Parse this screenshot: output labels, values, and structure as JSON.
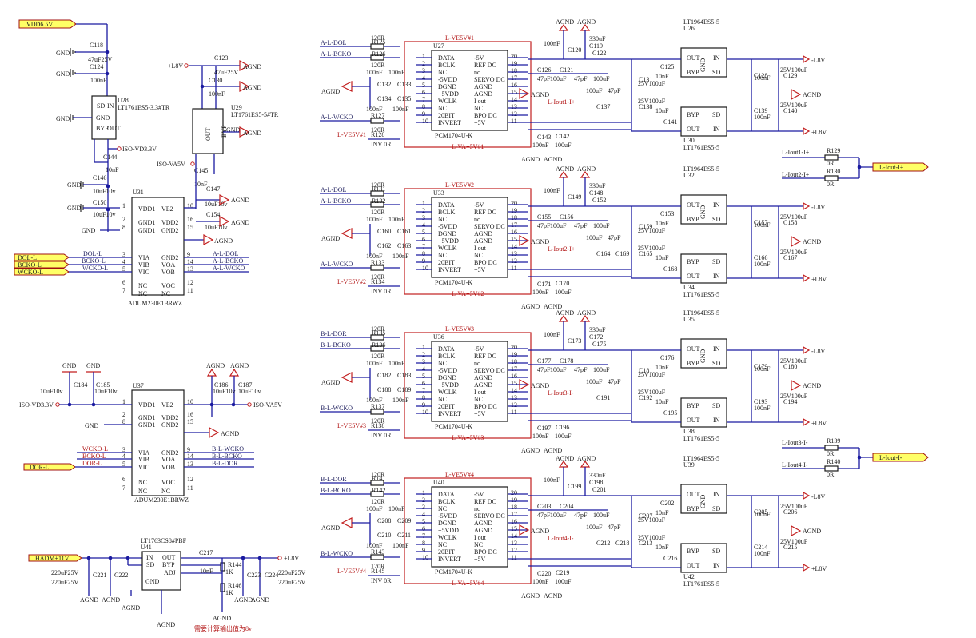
{
  "colors": {
    "wire": "#1a1aa0",
    "power": "#c21f1f",
    "port_fill": "#ffff66",
    "chip": "#1a1a1a"
  },
  "rails": {
    "vdd": "VDD6.5V",
    "hadm": "HADM+11V",
    "l8v": "+L8V",
    "l8v_neg": "-L8V",
    "iso_vd": "ISO-VD3.3V",
    "iso_va": "ISO-VA5V",
    "agnd": "AGND",
    "gnd": "GND"
  },
  "ldo": {
    "u28_ref": "U28",
    "u28_part": "LT1761ES5-3.3#TR",
    "u29_ref": "U29",
    "u29_part": "LT1761ES5-5#TR",
    "u41_ref": "U41",
    "u41_part": "LT1763CS8#PBF",
    "pins": {
      "bypass": "BYP",
      "gnd_pin": "GND",
      "out": "OUT",
      "in": "IN",
      "sd": "SD",
      "adj": "ADJ"
    }
  },
  "caps": {
    "c118": "C118",
    "c118v": "47uF25V",
    "c124": "C124",
    "c124v": "100nF",
    "c123": "C123",
    "c123v": "47uF25V",
    "c130": "C130",
    "c130v": "100nF",
    "c144": "C144",
    "c144v": "10nF",
    "c145": "C145",
    "c145v": "10nF",
    "c146": "C146",
    "c146v": "10uF10v",
    "c147": "C147",
    "c147v": "10uF10v",
    "c150": "C150",
    "c150v": "10uF10v",
    "c154": "C154",
    "c154v": "10uF10v",
    "c184": "C184",
    "c184v": "10uF10v",
    "c185": "C185",
    "c185v": "10uF10v",
    "c186": "C186",
    "c186v": "10uF10v",
    "c187": "C187",
    "c187v": "10uF10v",
    "c217": "C217",
    "c217v": "10nF",
    "c221": "C221",
    "c222": "C222",
    "c223": "C223",
    "c224": "C224",
    "bulk": "220uF25V"
  },
  "iso": {
    "u31": "U31",
    "u37": "U37",
    "part": "ADUM230E1BRWZ",
    "pins_left": [
      "VDD1",
      "GND1",
      "GND1",
      "VIA",
      "VIB",
      "VIC",
      "NC",
      "NC"
    ],
    "pins_right": [
      "VE2",
      "VDD2",
      "GND2",
      "GND2",
      "VOA",
      "VOB",
      "VOC",
      "NC"
    ],
    "left_nums": [
      "1",
      "2",
      "8",
      "3",
      "4",
      "5",
      "6",
      "7"
    ],
    "right_nums": [
      "10",
      "16",
      "15",
      "9",
      "14",
      "13",
      "12",
      "11"
    ],
    "u31_in": [
      "DOL-L",
      "BCKO-L",
      "WCKO-L"
    ],
    "u31_out": [
      "A-L-DOL",
      "A-L-BCKO",
      "A-L-WCKO"
    ],
    "u37_in": [
      "WCKO-L",
      "BCKO-L",
      "DOR-L"
    ],
    "u37_out": [
      "B-L-WCKO",
      "B-L-BCKO",
      "B-L-DOR"
    ],
    "port_dol": "DOL-L",
    "port_bcko": "BCKO-L",
    "port_wcko": "WCKO-L",
    "port_dor": "DOR-L"
  },
  "dacs": [
    {
      "ref": "U27",
      "rail": "L-VE5V#1",
      "va": "L-VA+5V#1",
      "inv": "INV",
      "in1": "A-L-DOL",
      "in2": "A-L-BCKO",
      "in3": "A-L-WCKO",
      "iout": "L-Iout1-I+",
      "res": [
        "R125",
        "R126",
        "R127",
        "R128"
      ],
      "caps": [
        "C120",
        "C119",
        "C122",
        "C126",
        "C121",
        "C132",
        "C133",
        "C134",
        "C135",
        "C143",
        "C142"
      ],
      "reg_top": "U26",
      "reg_bot": "U30",
      "reg_caps": [
        "C125",
        "C131",
        "C128",
        "C129",
        "C137",
        "C138",
        "C139",
        "C140",
        "C141"
      ]
    },
    {
      "ref": "U33",
      "rail": "L-VE5V#2",
      "va": "L-VA+5V#2",
      "inv": "INV",
      "in1": "A-L-DOL",
      "in2": "A-L-BCKO",
      "in3": "A-L-WCKO",
      "iout": "L-Iout2-I+",
      "res": [
        "R131",
        "R132",
        "R133",
        "R134"
      ],
      "caps": [
        "C149",
        "C148",
        "C152",
        "C155",
        "C156",
        "C160",
        "C161",
        "C162",
        "C163",
        "C171",
        "C170"
      ],
      "reg_top": "U32",
      "reg_bot": "U34",
      "reg_caps": [
        "C153",
        "C159",
        "C157",
        "C158",
        "C164",
        "C165",
        "C166",
        "C167",
        "C168",
        "C169"
      ]
    },
    {
      "ref": "U36",
      "rail": "L-VE5V#3",
      "va": "L-VA+5V#3",
      "inv": "INV",
      "in1": "B-L-DOR",
      "in2": "B-L-BCKO",
      "in3": "B-L-WCKO",
      "iout": "L-Iout3-I-",
      "res": [
        "R135",
        "R136",
        "R137",
        "R138"
      ],
      "caps": [
        "C173",
        "C172",
        "C175",
        "C177",
        "C178",
        "C182",
        "C183",
        "C188",
        "C189",
        "C197",
        "C196"
      ],
      "reg_top": "U35",
      "reg_bot": "U38",
      "reg_caps": [
        "C176",
        "C181",
        "C179",
        "C180",
        "C191",
        "C192",
        "C193",
        "C194",
        "C195"
      ]
    },
    {
      "ref": "U40",
      "rail": "L-VE5V#4",
      "va": "L-VA+5V#4",
      "inv": "INV",
      "in1": "B-L-DOR",
      "in2": "B-L-BCKO",
      "in3": "B-L-WCKO",
      "iout": "L-Iout4-I-",
      "res": [
        "R141",
        "R142",
        "R143",
        "R145"
      ],
      "caps": [
        "C199",
        "C198",
        "C201",
        "C203",
        "C204",
        "C208",
        "C209",
        "C210",
        "C211",
        "C220",
        "C219"
      ],
      "reg_top": "U39",
      "reg_bot": "U42",
      "reg_caps": [
        "C202",
        "C207",
        "C205",
        "C206",
        "C212",
        "C213",
        "C214",
        "C215",
        "C216",
        "C218"
      ]
    }
  ],
  "dac_part": "PCM1704U-K",
  "dac_pins_left": [
    "DATA",
    "BCLK",
    "NC",
    "-5VDD",
    "DGND",
    "+5VDD",
    "WCLK",
    "NC",
    "20BIT",
    "INVERT"
  ],
  "dac_nums_left": [
    "1",
    "2",
    "3",
    "4",
    "5",
    "6",
    "7",
    "8",
    "9",
    "10"
  ],
  "dac_pins_right": [
    "-5V",
    "REF DC",
    "nc",
    "SERVO DC",
    "AGND",
    "AGND",
    "I out",
    "NC",
    "BPO DC",
    "+5V"
  ],
  "dac_nums_right": [
    "20",
    "19",
    "18",
    "17",
    "16",
    "15",
    "14",
    "13",
    "12",
    "11"
  ],
  "reg_parts": {
    "neg": "LT1964ES5-5",
    "pos": "LT1761ES5-5"
  },
  "values": {
    "r120": "120R",
    "r0": "0R",
    "c100n": "100nF",
    "c47p": "47pF",
    "c10n": "10nF",
    "c330u": "330uF",
    "c100u": "100uF",
    "c25v": "25V100uF",
    "r1k": "1K"
  },
  "summers": [
    {
      "in1": "L-Iout1-I+",
      "in2": "L-Iout2-I+",
      "r1": "R129",
      "r2": "R130",
      "val": "0R",
      "out": "L-Iout-I+"
    },
    {
      "in1": "L-Iout3-I-",
      "in2": "L-Iout4-I-",
      "r1": "R139",
      "r2": "R140",
      "val": "0R",
      "out": "L-Iout-I-"
    }
  ],
  "u41_res": {
    "r144": "R144",
    "r146": "R146"
  },
  "note": "需要计算输出值为8v"
}
